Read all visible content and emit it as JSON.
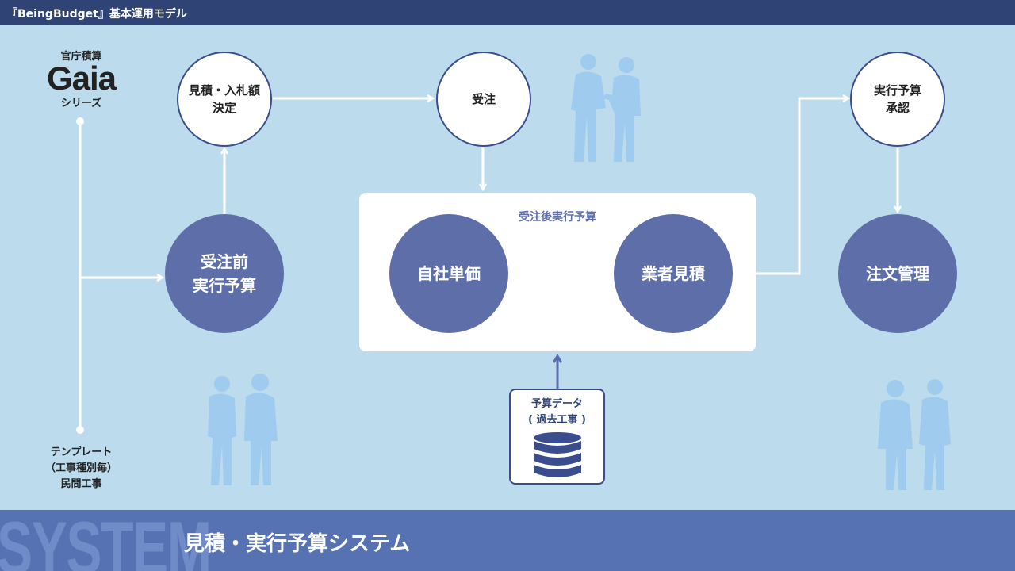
{
  "header": {
    "title": "『BeingBudget』基本運用モデル"
  },
  "footer": {
    "watermark": "SYSTEM",
    "title": "見積・実行予算システム"
  },
  "source": {
    "top": "官庁積算",
    "logo": "Gaia",
    "bottom": "シリーズ"
  },
  "template": {
    "label": "テンプレート\n（工事種別毎）\n民間工事"
  },
  "nodes": {
    "estimate_decision": "見積・入札額\n決定",
    "order_received": "受注",
    "exec_budget_approval": "実行予算\n承認",
    "pre_order_budget": "受注前\n実行予算",
    "own_unit_price": "自社単価",
    "vendor_estimate": "業者見積",
    "order_management": "注文管理"
  },
  "panel": {
    "label": "受注後実行予算"
  },
  "database": {
    "label": "予算データ\n( 過去工事 )"
  },
  "colors": {
    "header": "#2f4374",
    "footer": "#5672b3",
    "background": "#bcdbec",
    "node_blue": "#5e6ea9",
    "outline": "#3a4d8c"
  }
}
